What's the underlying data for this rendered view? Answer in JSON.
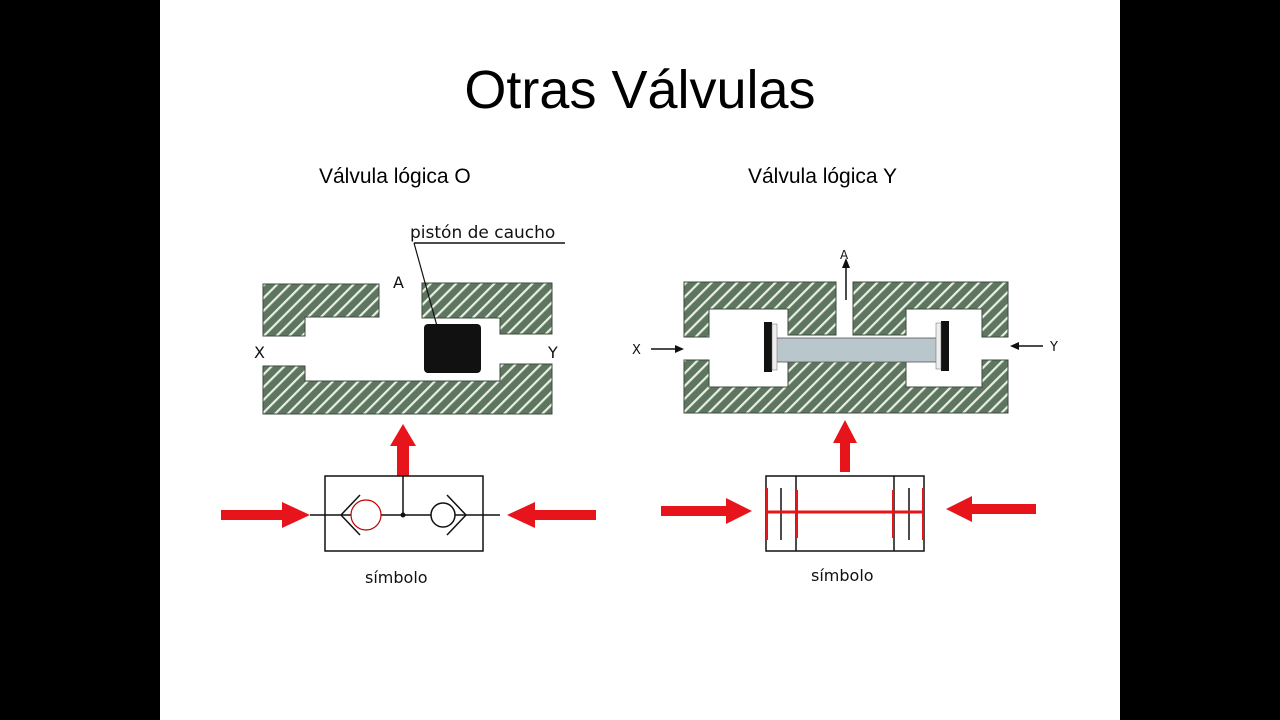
{
  "slide": {
    "title": "Otras Válvulas",
    "left_panel": {
      "heading": "Válvula lógica O",
      "callout": "pistón de caucho",
      "port_labels": {
        "x": "X",
        "y": "Y",
        "a": "A"
      },
      "symbol_caption": "símbolo"
    },
    "right_panel": {
      "heading": "Válvula lógica Y",
      "port_labels": {
        "x": "X",
        "y": "Y",
        "a": "A"
      },
      "symbol_caption": "símbolo"
    },
    "colors": {
      "hatch_fill": "#5e7560",
      "hatch_stripe": "#e8efe4",
      "arrow_red": "#e8141b",
      "piston_black": "#111111",
      "rod_fill": "#b9c6cc"
    }
  }
}
